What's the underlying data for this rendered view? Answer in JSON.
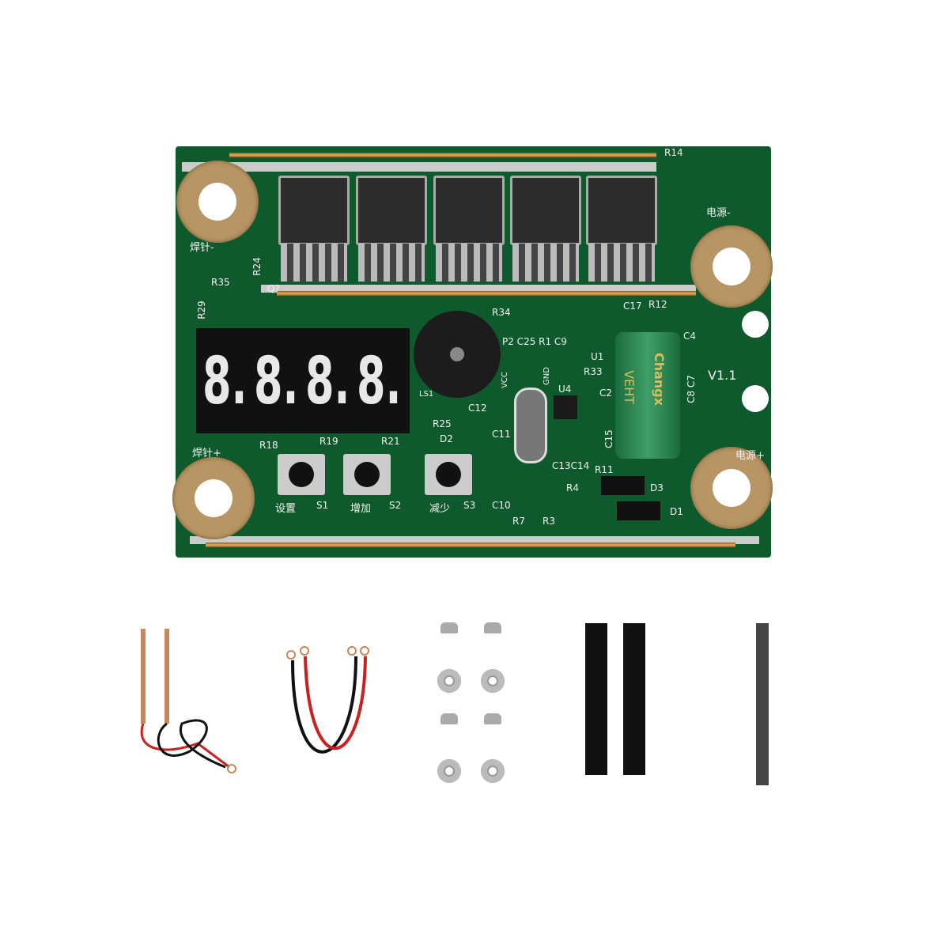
{
  "board": {
    "version": "V1.1",
    "display_digits": [
      "8.",
      "8.",
      "8.",
      "8."
    ],
    "buttons": [
      {
        "label": "设置",
        "ref": "S1"
      },
      {
        "label": "增加",
        "ref": "S2"
      },
      {
        "label": "减少",
        "ref": "S3"
      }
    ],
    "terminals": {
      "weld_neg": "焊针-",
      "weld_pos": "焊针+",
      "power_neg": "电源-",
      "power_pos": "电源+"
    },
    "capacitor": {
      "brand": "Changx",
      "series": "VEHT"
    },
    "labels": {
      "r14": "R14",
      "r24": "R24",
      "r35": "R35",
      "q": "Q?",
      "r29": "R29",
      "r34": "R34",
      "c17": "C17",
      "r12": "R12",
      "c4": "C4",
      "p2": "P2 C25 R1 C9",
      "u1": "U1",
      "r33": "R33",
      "c8": "C8 C7",
      "c2": "C2",
      "ls1": "LS1",
      "c12": "C12",
      "c11": "C11",
      "r25": "R25",
      "d2": "D2",
      "r18": "R18",
      "r19": "R19",
      "r21": "R21",
      "c10": "C10",
      "r7": "R7",
      "r3": "R3",
      "r4": "R4",
      "r11": "R11",
      "d3": "D3",
      "d1": "D1",
      "c13": "C13C14",
      "c15": "C15",
      "vcc": "VCC",
      "gnd": "GND",
      "u4": "U4"
    }
  },
  "accessories": [
    "welding-pen-probes",
    "red-black-cables",
    "screws-and-nuts",
    "insulating-tape",
    "nickel-strip"
  ],
  "colors": {
    "pcb": "#0f5a2c",
    "gold": "#b89564",
    "display": "#111111"
  }
}
